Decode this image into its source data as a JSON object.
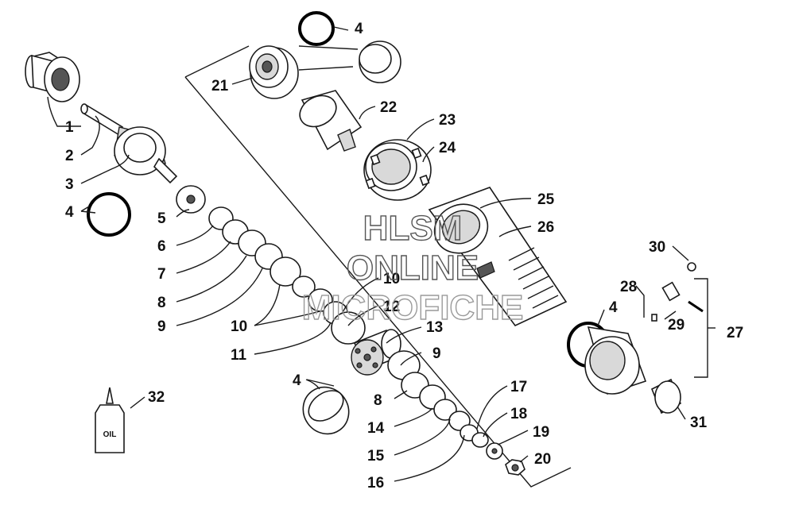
{
  "diagram": {
    "callouts": [
      "1",
      "2",
      "3",
      "4",
      "5",
      "6",
      "7",
      "8",
      "9",
      "10",
      "11",
      "4",
      "10",
      "12",
      "13",
      "9",
      "8",
      "14",
      "15",
      "16",
      "21",
      "4",
      "22",
      "23",
      "24",
      "25",
      "26",
      "17",
      "18",
      "19",
      "20",
      "32",
      "30",
      "28",
      "29",
      "27",
      "4",
      "31"
    ],
    "bottle_label": "OIL",
    "watermark": [
      "HLSM",
      "ONLINE",
      "MICROFICHE"
    ]
  }
}
